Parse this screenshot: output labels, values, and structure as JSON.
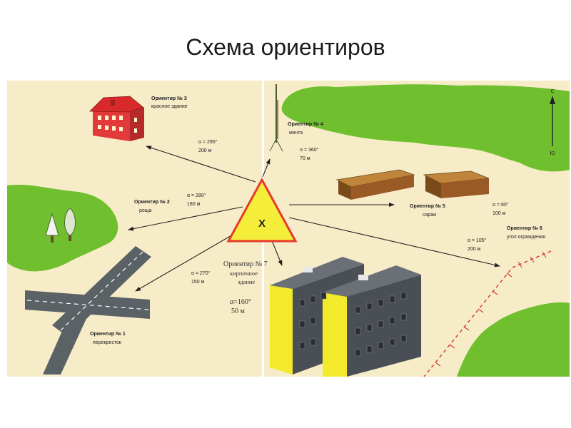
{
  "title": "Схема ориентиров",
  "center_mark": "Х",
  "compass": {
    "north": "С",
    "south": "Ю"
  },
  "landmarks": [
    {
      "id": "3",
      "name": "Ориентир № 3",
      "desc": "красное здание",
      "angle": "α = 295°",
      "dist": "200 м"
    },
    {
      "id": "4",
      "name": "Ориентир № 4",
      "desc": "мачта",
      "angle": "α = 360°",
      "dist": "70 м"
    },
    {
      "id": "2",
      "name": "Ориентир № 2",
      "desc": "роща",
      "angle": "α = 280°",
      "dist": "180 м"
    },
    {
      "id": "5",
      "name": "Ориентир № 5",
      "desc": "сараи",
      "angle": "α = 80°",
      "dist": "100 м"
    },
    {
      "id": "6",
      "name": "Ориентир № 6",
      "desc": "угол ограждения",
      "angle": "α = 105°",
      "dist": "200 м"
    },
    {
      "id": "1",
      "name": "Ориентир № 1",
      "desc": "перекресток",
      "angle": "α = 270°",
      "dist": "150 м"
    },
    {
      "id": "7",
      "name": "Ориентир № 7",
      "desc1": "кирпичное",
      "desc2": "здание",
      "angle": "α=160°",
      "dist": "50 м"
    }
  ],
  "colors": {
    "map_bg": "#f7ecc8",
    "grass": "#6fbf2e",
    "road": "#5a6266",
    "house": "#e23a3a",
    "building": "#f2ea2a",
    "triangle_fill": "#f4ee3a",
    "triangle_stroke": "#e63a2a",
    "fence": "#d23a2a"
  }
}
